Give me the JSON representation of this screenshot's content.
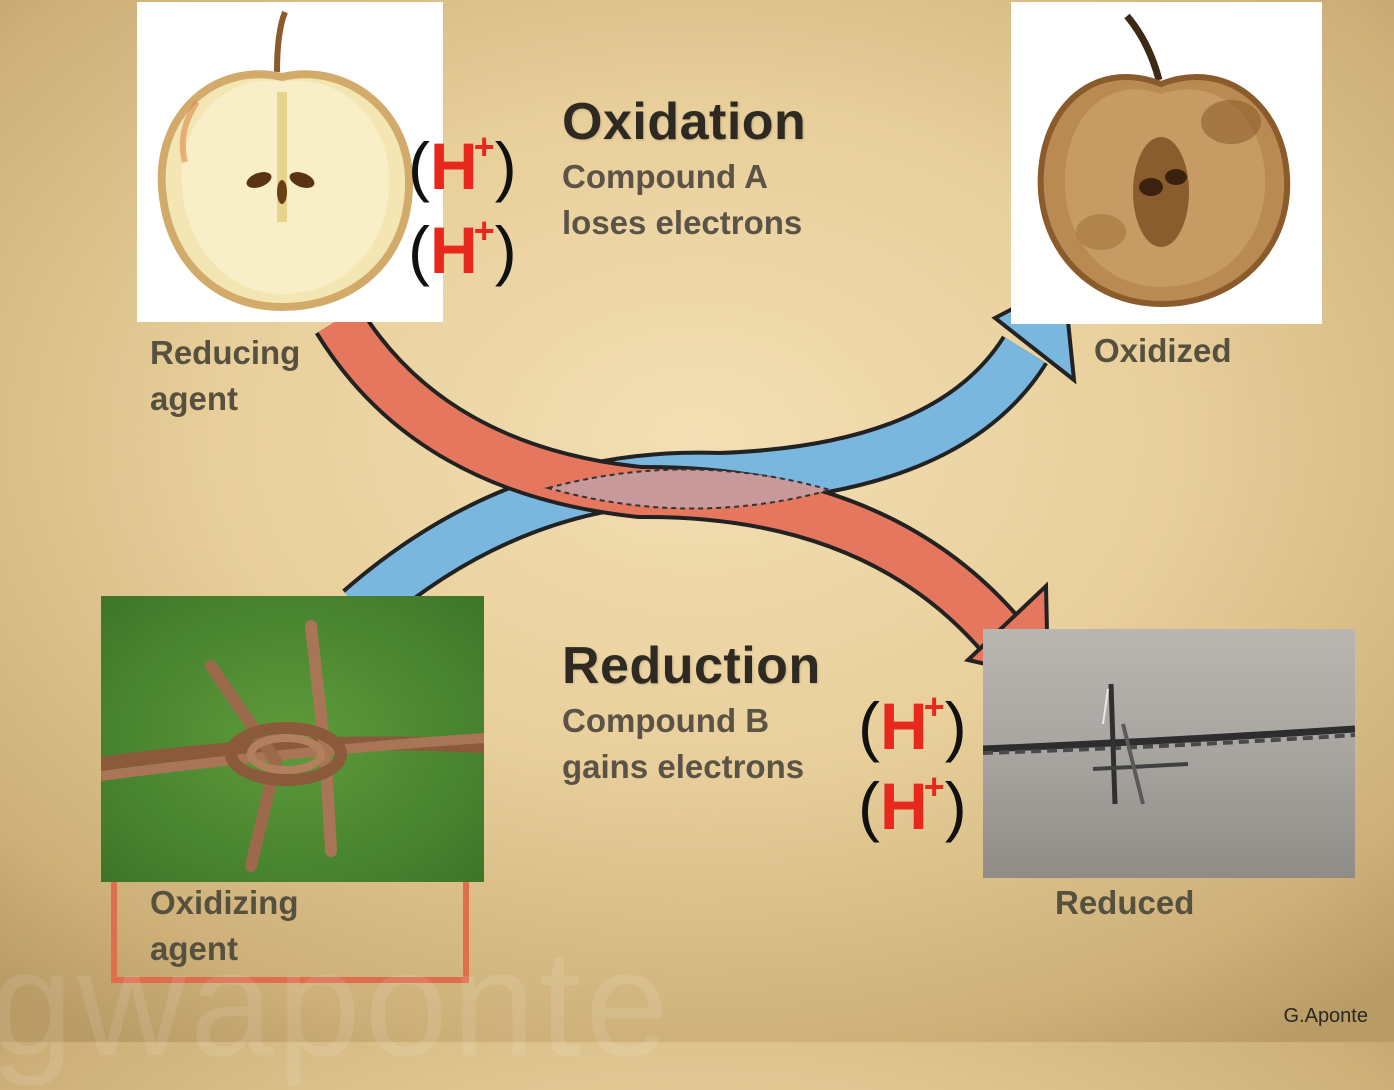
{
  "oxidation": {
    "title": "Oxidation",
    "line1": "Compound A",
    "line2": "loses electrons"
  },
  "reduction": {
    "title": "Reduction",
    "line1": "Compound B",
    "line2": "gains electrons"
  },
  "labels": {
    "reducing_agent_1": "Reducing",
    "reducing_agent_2": "agent",
    "oxidized": "Oxidized",
    "oxidizing_agent_1": "Oxidizing",
    "oxidizing_agent_2": "agent",
    "reduced": "Reduced"
  },
  "hydrogen": {
    "symbol": "H",
    "charge": "+",
    "open": "(",
    "close": ")"
  },
  "credit": "G.Aponte",
  "watermark": "gwaponte",
  "colors": {
    "red_arrow": "#e5775e",
    "blue_arrow": "#7ab7df",
    "accent_red": "#e8271d"
  },
  "icons": [
    "fresh-apple-image",
    "browned-apple-image",
    "rusty-barbed-wire-image",
    "clean-barbed-wire-image"
  ]
}
